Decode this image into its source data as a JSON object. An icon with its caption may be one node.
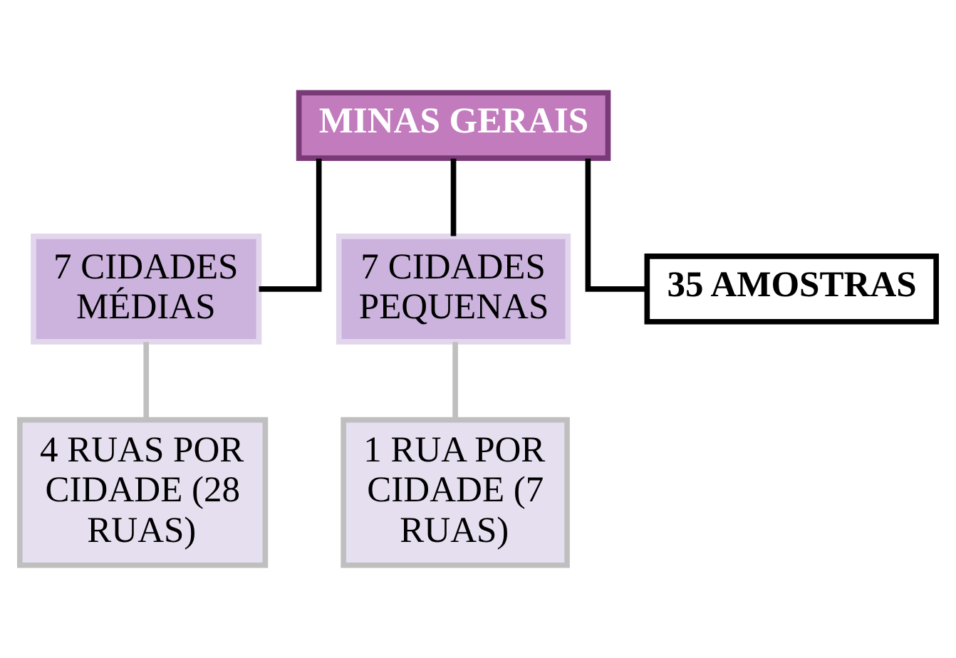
{
  "diagram": {
    "nodes": [
      {
        "text": [
          "MINAS GERAIS"
        ]
      },
      {
        "text": [
          "7 CIDADES MÉDIAS"
        ]
      },
      {
        "text": [
          "7 CIDADES PEQUENAS"
        ]
      },
      {
        "text": [
          "4 RUAS POR CIDADE (28 RUAS)"
        ]
      },
      {
        "text": [
          "1 RUA POR CIDADE (7 RUAS)"
        ]
      },
      {
        "text": [
          "35 AMOSTRAS"
        ]
      }
    ],
    "edges": [
      {
        "from": 0,
        "to": 1,
        "arrow": "none"
      },
      {
        "from": 0,
        "to": 2,
        "arrow": "none"
      },
      {
        "from": 0,
        "to": 5,
        "arrow": "none"
      },
      {
        "from": 1,
        "to": 3,
        "arrow": "none",
        "color": "#bfbfbf"
      },
      {
        "from": 2,
        "to": 4,
        "arrow": "none",
        "color": "#bfbfbf"
      }
    ]
  }
}
